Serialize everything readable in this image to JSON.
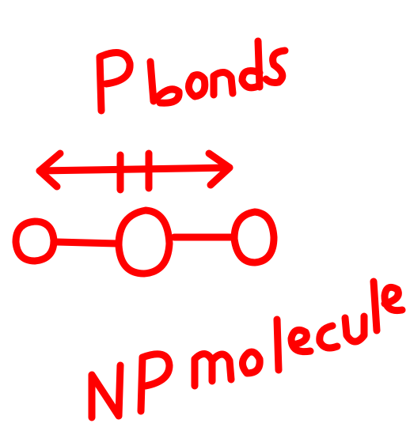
{
  "ink_color": "#ff0000",
  "labels": {
    "top": "P bonds",
    "bottom": "NP molecule"
  },
  "structure": {
    "atoms": 3,
    "bonds": 2
  }
}
